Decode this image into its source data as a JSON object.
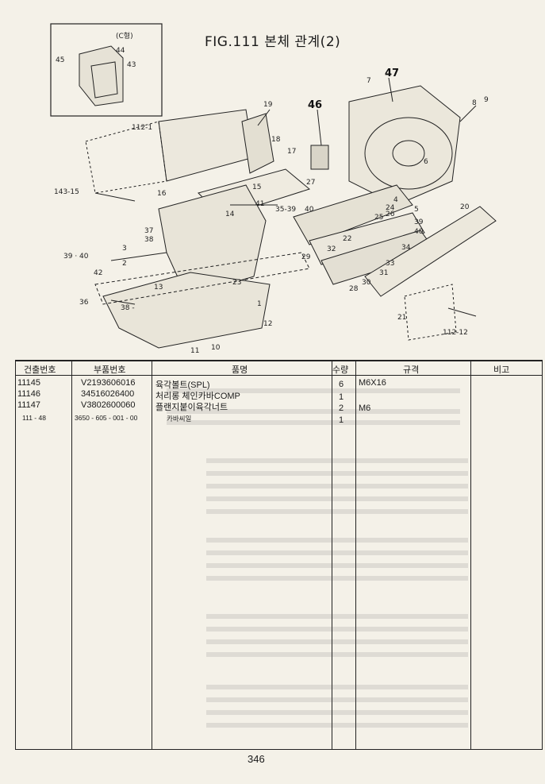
{
  "figure": {
    "title": "FIG.111 본체 관계(2)",
    "inset_label": "(C형)",
    "callouts": [
      "44",
      "45",
      "43",
      "112-1",
      "19",
      "18",
      "17",
      "46",
      "47",
      "7",
      "8",
      "9",
      "6",
      "143-15",
      "16",
      "15",
      "14",
      "41",
      "27",
      "35-39",
      "40",
      "4",
      "5",
      "24",
      "25",
      "26",
      "39",
      "40",
      "37",
      "38",
      "3",
      "2",
      "1",
      "39 · 40",
      "42",
      "36",
      "38 -",
      "13",
      "23",
      "20",
      "22",
      "32",
      "29",
      "33",
      "34",
      "31",
      "30",
      "28",
      "21",
      "112-12",
      "12",
      "11",
      "10"
    ]
  },
  "table": {
    "headers": {
      "col1": "건출번호",
      "col2": "부품번호",
      "col3": "품명",
      "col4": "수량",
      "col5": "규격",
      "col6": "비고"
    },
    "rows": [
      {
        "ref": "11145",
        "part_no": "V2193606016",
        "name": "육각볼트(SPL)",
        "qty": "6",
        "spec": "M6X16",
        "note": ""
      },
      {
        "ref": "11146",
        "part_no": "34516026400",
        "name": "처리롱 체인카바COMP",
        "qty": "1",
        "spec": "",
        "note": ""
      },
      {
        "ref": "11147",
        "part_no": "V3802600060",
        "name": "플랜지붙이육각너트",
        "qty": "2",
        "spec": "M6",
        "note": ""
      },
      {
        "ref": "111 - 48",
        "part_no": "3650 - 605 - 001 - 00",
        "name": "카바씨일",
        "qty": "1",
        "spec": "",
        "note": ""
      }
    ]
  },
  "page_number": "346"
}
